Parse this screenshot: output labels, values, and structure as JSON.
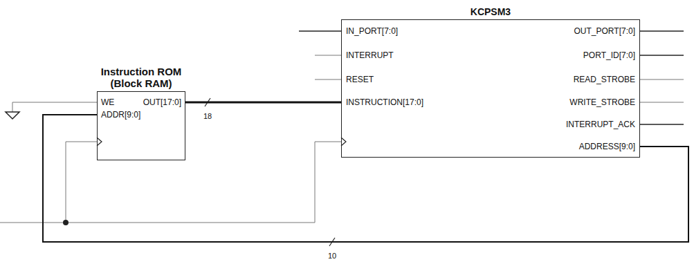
{
  "diagram": {
    "nodes": [
      {
        "text": [
          "Instruction ROM (Block RAM)"
        ]
      },
      {
        "text": [
          "KCPSM3"
        ]
      }
    ],
    "edges": [
      {
        "from": 0,
        "to": 1,
        "arrow": "none",
        "label": "18"
      },
      {
        "from": 1,
        "to": 0,
        "arrow": "none",
        "label": "10"
      }
    ],
    "labels": [
      "IN_PORT[7:0]",
      "INTERRUPT",
      "RESET",
      "INSTRUCTION[17:0]",
      "OUT_PORT[7:0]",
      "PORT_ID[7:0]",
      "READ_STROBE",
      "WRITE_STROBE",
      "INTERRUPT_ACK",
      "ADDRESS[9:0]",
      "WE",
      "ADDR[9:0]",
      "OUT[17:0]"
    ]
  }
}
